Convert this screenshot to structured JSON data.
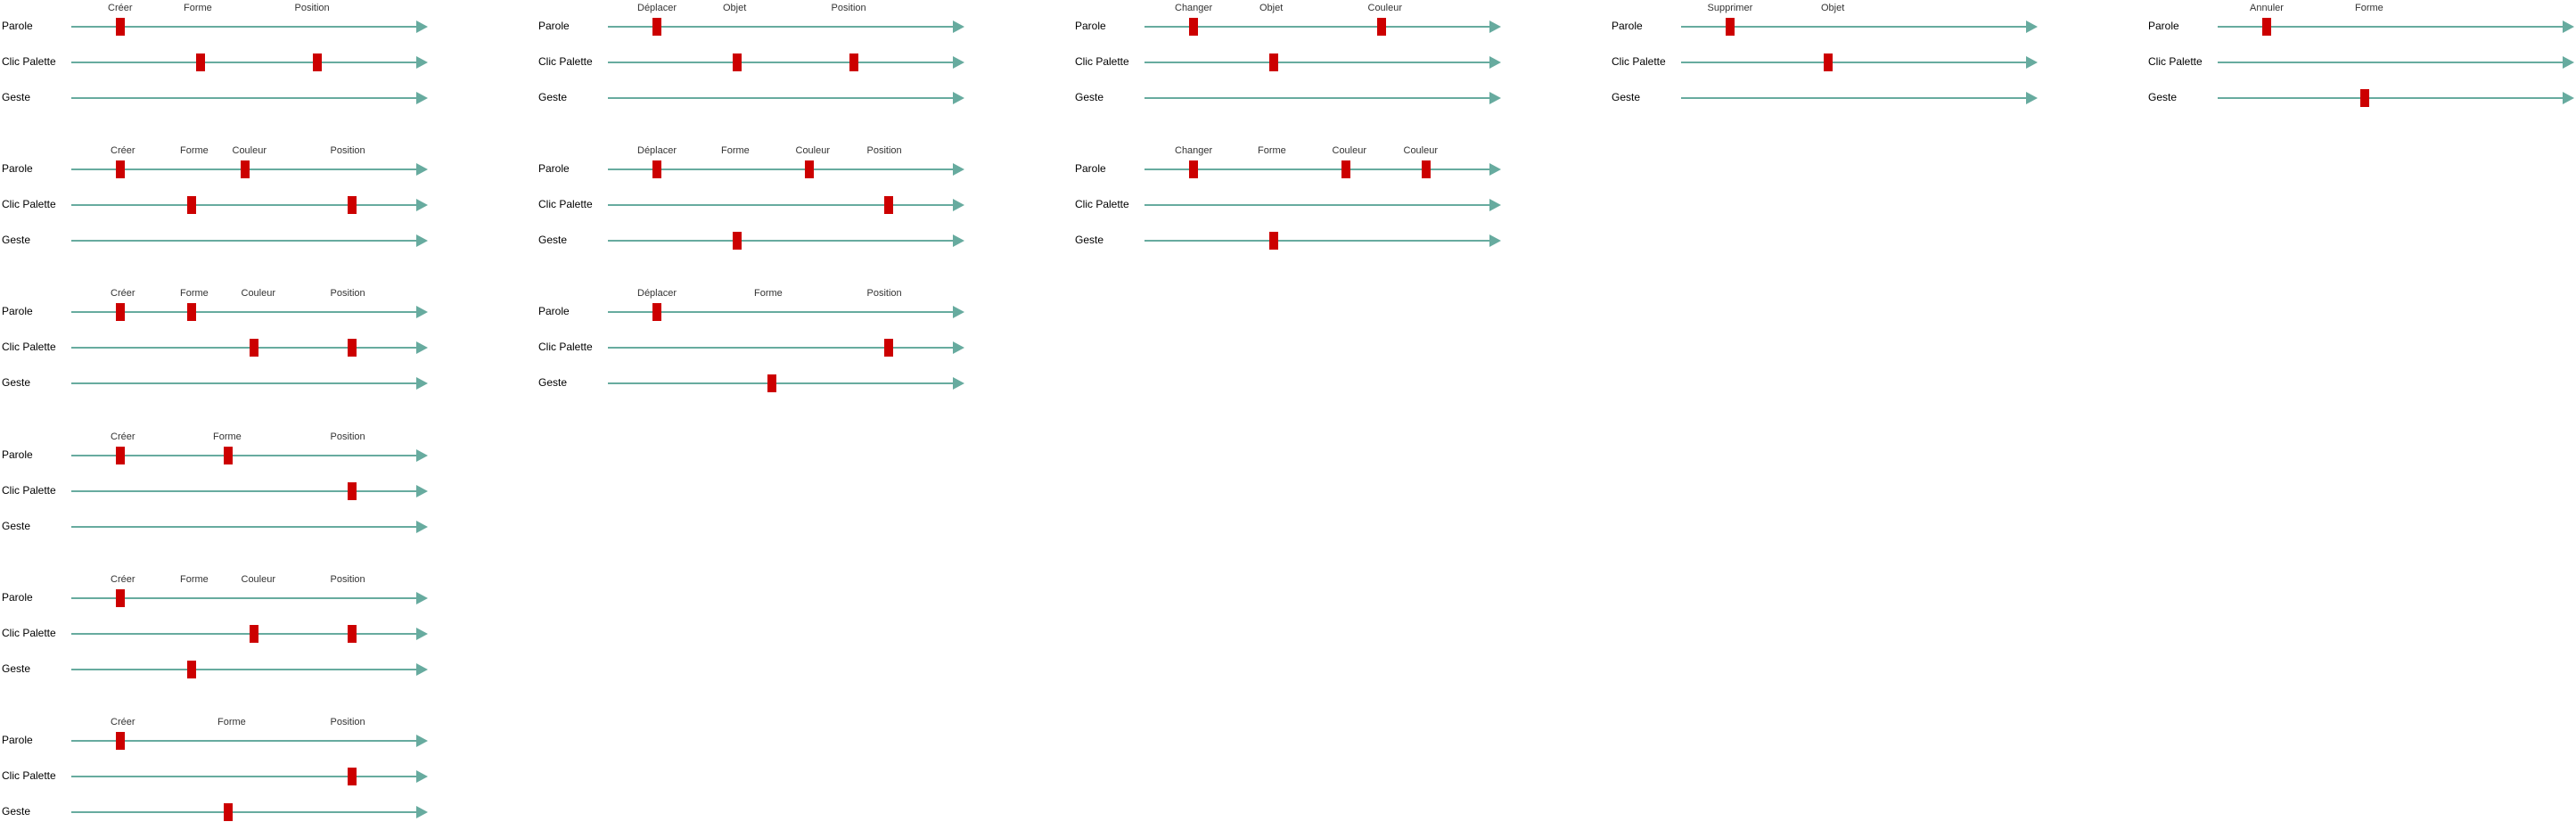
{
  "colors": {
    "line": "#67AB9F",
    "marker": "#CC0000"
  },
  "panels": [
    {
      "labels": [
        "Créer",
        "Forme",
        "Position"
      ],
      "rows": [
        {
          "name": "Parole",
          "markers": [
            1
          ]
        },
        {
          "name": "Clic Palette",
          "markers": [
            2,
            3
          ]
        },
        {
          "name": "Geste",
          "markers": []
        }
      ]
    },
    {
      "labels": [
        "Créer",
        "Forme",
        "Couleur",
        "Position"
      ],
      "rows": [
        {
          "name": "Parole",
          "markers": [
            1,
            3
          ]
        },
        {
          "name": "Clic Palette",
          "markers": [
            2,
            4
          ]
        },
        {
          "name": "Geste",
          "markers": []
        }
      ]
    },
    {
      "labels": [
        "Créer",
        "Forme",
        "Couleur",
        "Position"
      ],
      "rows": [
        {
          "name": "Parole",
          "markers": [
            1,
            2
          ]
        },
        {
          "name": "Clic Palette",
          "markers": [
            3,
            4
          ]
        },
        {
          "name": "Geste",
          "markers": []
        }
      ]
    },
    {
      "labels": [
        "Créer",
        "Forme",
        "Position"
      ],
      "rows": [
        {
          "name": "Parole",
          "markers": [
            1,
            2
          ]
        },
        {
          "name": "Clic Palette",
          "markers": [
            3
          ]
        },
        {
          "name": "Geste",
          "markers": []
        }
      ]
    },
    {
      "labels": [
        "Créer",
        "Forme",
        "Couleur",
        "Position"
      ],
      "rows": [
        {
          "name": "Parole",
          "markers": [
            1
          ]
        },
        {
          "name": "Clic Palette",
          "markers": [
            3,
            4
          ]
        },
        {
          "name": "Geste",
          "markers": [
            2
          ]
        }
      ]
    },
    {
      "labels": [
        "Créer",
        "Forme",
        "Position"
      ],
      "rows": [
        {
          "name": "Parole",
          "markers": [
            1
          ]
        },
        {
          "name": "Clic Palette",
          "markers": [
            3
          ]
        },
        {
          "name": "Geste",
          "markers": [
            2
          ]
        }
      ]
    },
    {
      "labels": [
        "Déplacer",
        "Objet",
        "Position"
      ],
      "rows": [
        {
          "name": "Parole",
          "markers": [
            1
          ]
        },
        {
          "name": "Clic Palette",
          "markers": [
            2,
            3
          ]
        },
        {
          "name": "Geste",
          "markers": []
        }
      ]
    },
    {
      "labels": [
        "Déplacer",
        "Forme",
        "Couleur",
        "Position"
      ],
      "rows": [
        {
          "name": "Parole",
          "markers": [
            1,
            3
          ]
        },
        {
          "name": "Clic Palette",
          "markers": [
            4
          ]
        },
        {
          "name": "Geste",
          "markers": [
            2
          ]
        }
      ]
    },
    {
      "labels": [
        "Déplacer",
        "Forme",
        "Position"
      ],
      "rows": [
        {
          "name": "Parole",
          "markers": [
            1
          ]
        },
        {
          "name": "Clic Palette",
          "markers": [
            3
          ]
        },
        {
          "name": "Geste",
          "markers": [
            2
          ]
        }
      ]
    },
    {
      "labels": [
        "Changer",
        "Objet",
        "Couleur"
      ],
      "rows": [
        {
          "name": "Parole",
          "markers": [
            1,
            3
          ]
        },
        {
          "name": "Clic Palette",
          "markers": [
            2
          ]
        },
        {
          "name": "Geste",
          "markers": []
        }
      ]
    },
    {
      "labels": [
        "Changer",
        "Forme",
        "Couleur",
        "Couleur"
      ],
      "rows": [
        {
          "name": "Parole",
          "markers": [
            1,
            3,
            4
          ]
        },
        {
          "name": "Clic Palette",
          "markers": []
        },
        {
          "name": "Geste",
          "markers": [
            2
          ]
        }
      ]
    },
    {
      "labels": [
        "Supprimer",
        "Objet"
      ],
      "rows": [
        {
          "name": "Parole",
          "markers": [
            1
          ]
        },
        {
          "name": "Clic Palette",
          "markers": [
            2
          ]
        },
        {
          "name": "Geste",
          "markers": []
        }
      ]
    },
    {
      "labels": [
        "Annuler",
        "Forme"
      ],
      "rows": [
        {
          "name": "Parole",
          "markers": [
            1
          ]
        },
        {
          "name": "Clic Palette",
          "markers": []
        },
        {
          "name": "Geste",
          "markers": [
            2
          ]
        }
      ]
    }
  ]
}
